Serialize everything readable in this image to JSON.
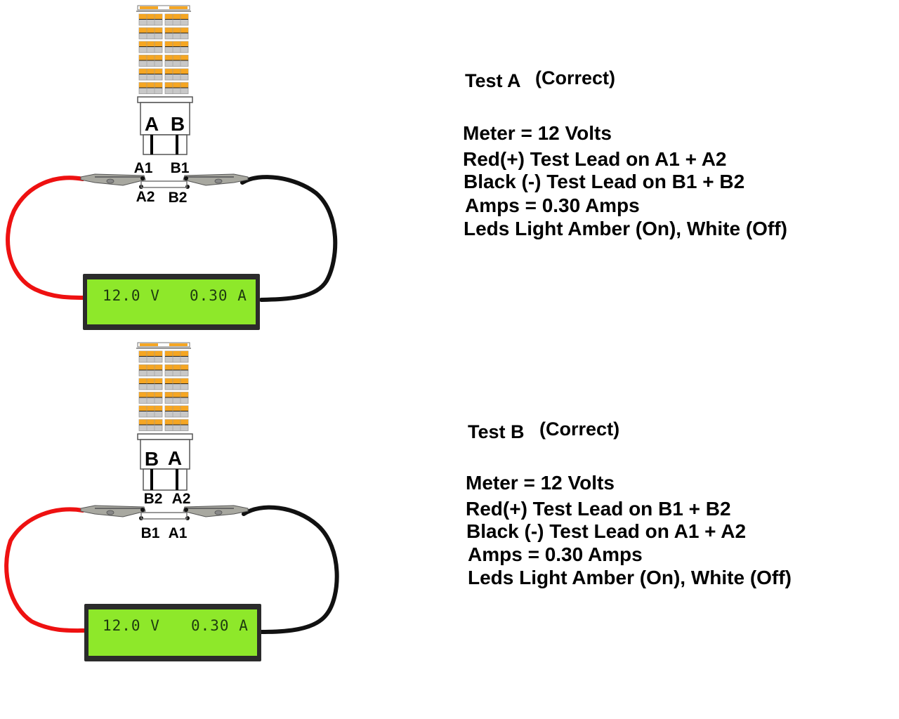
{
  "colors": {
    "led_on": "#f5a623",
    "led_off": "#c8c8c8",
    "red_lead": "#ee1111",
    "black_lead": "#111111",
    "lcd_background": "#8ee82a",
    "lcd_bezel": "#2b2b2b"
  },
  "tests": [
    {
      "title_prefix": "Test",
      "title_letter": "A",
      "status": "(Correct)",
      "lines": [
        "Meter = 12 Volts",
        "Red(+) Test Lead on A1 + A2",
        "Black (-) Test Lead on B1 + B2",
        "Amps = 0.30 Amps",
        "Leds Light Amber (On), White (Off)"
      ],
      "bulb_terminals": [
        "A",
        "B"
      ],
      "pin_labels_top": [
        "A1",
        "B1"
      ],
      "pin_labels_bottom": [
        "A2",
        "B2"
      ],
      "meter": {
        "voltage": "12.0 V",
        "current": "0.30 A"
      },
      "icons": {
        "bulb": "led-bulb-icon",
        "red_clip": "alligator-clip-icon",
        "black_clip": "alligator-clip-icon",
        "meter": "lcd-meter-icon"
      }
    },
    {
      "title_prefix": "Test",
      "title_letter": "B",
      "status": "(Correct)",
      "lines": [
        "Meter = 12 Volts",
        "Red(+) Test Lead on B1 + B2",
        "Black (-) Test Lead on A1 + A2",
        "Amps = 0.30 Amps",
        "Leds Light Amber (On), White (Off)"
      ],
      "bulb_terminals": [
        "B",
        "A"
      ],
      "pin_labels_top": [
        "B2",
        "A2"
      ],
      "pin_labels_bottom": [
        "B1",
        "A1"
      ],
      "meter": {
        "voltage": "12.0 V",
        "current": "0.30 A"
      },
      "icons": {
        "bulb": "led-bulb-icon",
        "red_clip": "alligator-clip-icon",
        "black_clip": "alligator-clip-icon",
        "meter": "lcd-meter-icon"
      }
    }
  ]
}
